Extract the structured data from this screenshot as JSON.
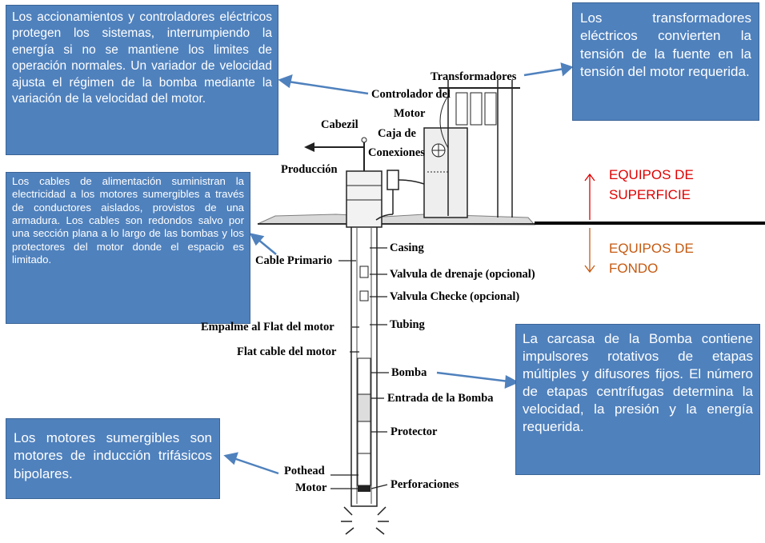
{
  "boxes": {
    "controllers": "Los accionamientos y controladores eléctricos protegen los sistemas, interrumpiendo la energía si no se mantiene los limites de operación normales. Un variador de velocidad ajusta el régimen de la bomba mediante la variación de la velocidad del motor.",
    "transformers": "Los transformadores eléctricos convierten la tensión de la fuente en la tensión del motor requerida.",
    "cables": "Los cables de alimentación suministran la electricidad a los motores sumergibles a través de conductores aislados, provistos de una armadura. Los cables son redondos salvo por una sección plana a lo largo de las bombas y los protectores del motor donde el espacio es limitado.",
    "pump": "La carcasa de la Bomba contiene impulsores rotativos de etapas múltiples y difusores fijos. El número de etapas centrífugas determina la velocidad, la presión y la energía requerida.",
    "motors": "Los motores sumergibles son motores de inducción trifásicos bipolares."
  },
  "labels": {
    "transformadores": "Transformadores",
    "controlador_line1": "Controlador del",
    "controlador_line2": "Motor",
    "cabezal": "Cabezil",
    "caja_line1": "Caja de",
    "caja_line2": "Conexiones",
    "produccion": "Producción",
    "casing": "Casing",
    "cable_primario": "Cable Primario",
    "valvula_drenaje": "Valvula de drenaje (opcional)",
    "valvula_checke": "Valvula Checke (opcional)",
    "tubing": "Tubing",
    "empalme": "Empalme al Flat del motor",
    "flat_cable": "Flat cable del motor",
    "bomba": "Bomba",
    "entrada": "Entrada de la Bomba",
    "protector": "Protector",
    "pothead": "Pothead",
    "motor": "Motor",
    "perforaciones": "Perforaciones"
  },
  "equipment": {
    "superficie_line1": "EQUIPOS DE",
    "superficie_line2": "SUPERFICIE",
    "fondo_line1": "EQUIPOS DE",
    "fondo_line2": "FONDO"
  },
  "colors": {
    "box_fill": "#4f81bd",
    "arrow": "#4f81bd",
    "superficie": "#e00000",
    "fondo": "#c55a11"
  }
}
